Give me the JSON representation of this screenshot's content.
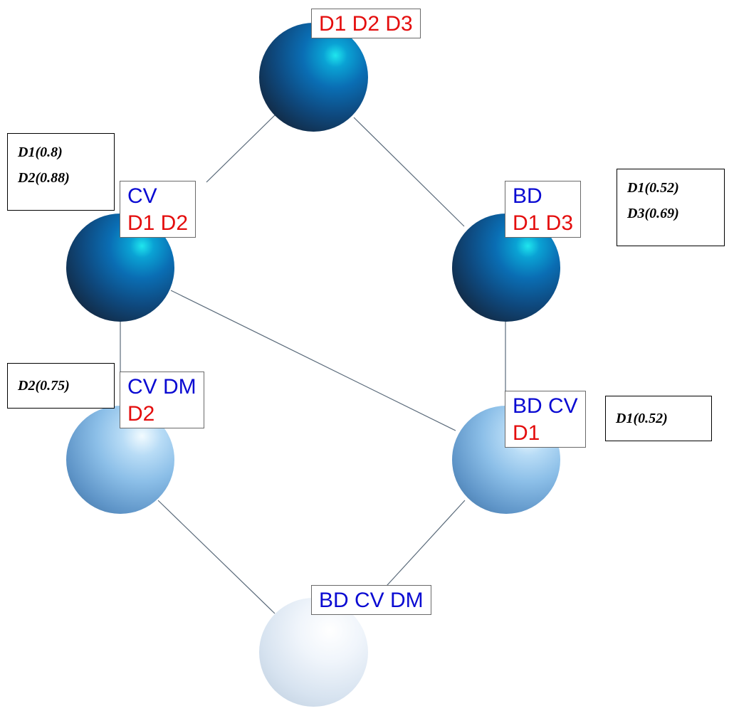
{
  "nodes": {
    "top": {
      "line1": "",
      "line2": "D1 D2 D3"
    },
    "left_upper": {
      "line1": "CV",
      "line2": "D1 D2"
    },
    "right_upper": {
      "line1": "BD",
      "line2": "D1 D3"
    },
    "left_lower": {
      "line1": "CV DM",
      "line2": "D2"
    },
    "right_lower": {
      "line1": "BD CV",
      "line2": "D1"
    },
    "bottom": {
      "line1": "BD CV DM",
      "line2": ""
    }
  },
  "notes": {
    "left_upper": [
      "D1(0.8)",
      "D2(0.88)"
    ],
    "right_upper": [
      "D1(0.52)",
      "D3(0.69)"
    ],
    "left_lower": [
      "D2(0.75)"
    ],
    "right_lower": [
      "D1(0.52)"
    ]
  },
  "colors": {
    "attribute_text": "#0a0ad2",
    "decision_text": "#e40d0d",
    "edge": "#5a6a7a"
  }
}
